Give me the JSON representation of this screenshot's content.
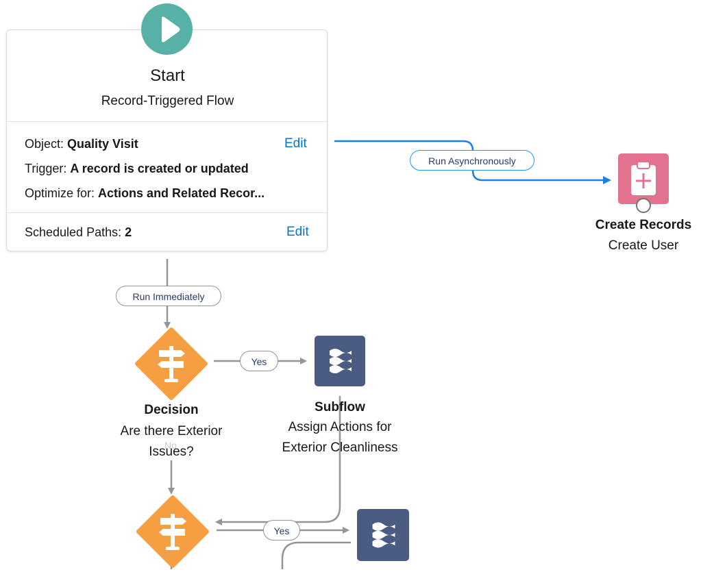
{
  "start": {
    "title": "Start",
    "subtitle": "Record-Triggered Flow",
    "object_label": "Object:",
    "object_value": "Quality Visit",
    "trigger_label": "Trigger:",
    "trigger_value": "A record is created or updated",
    "optimize_label": "Optimize for:",
    "optimize_value": "Actions and Related Recor...",
    "scheduled_label": "Scheduled Paths:",
    "scheduled_value": "2",
    "edit_label": "Edit",
    "edit_label_2": "Edit",
    "play_icon": "play-icon",
    "color": "#58b1a6"
  },
  "paths": {
    "async_label": "Run Asynchronously",
    "immediate_label": "Run Immediately",
    "yes_label_1": "Yes",
    "no_label": "No",
    "yes_label_2": "Yes"
  },
  "create_records": {
    "type": "Create Records",
    "name": "Create User",
    "icon": "clipboard-plus-icon",
    "color": "#e3728f"
  },
  "decision1": {
    "type": "Decision",
    "name": "Are there Exterior Issues?",
    "icon": "signpost-icon",
    "color": "#f59e42"
  },
  "subflow1": {
    "type": "Subflow",
    "name": "Assign Actions for Exterior Cleanliness",
    "icon": "subflow-icon",
    "color": "#4a5c82"
  },
  "decision2": {
    "icon": "signpost-icon",
    "color": "#f59e42"
  },
  "subflow2": {
    "icon": "subflow-icon",
    "color": "#4a5c82"
  },
  "connector_colors": {
    "async": "#1b7fe3",
    "default": "#959595"
  }
}
